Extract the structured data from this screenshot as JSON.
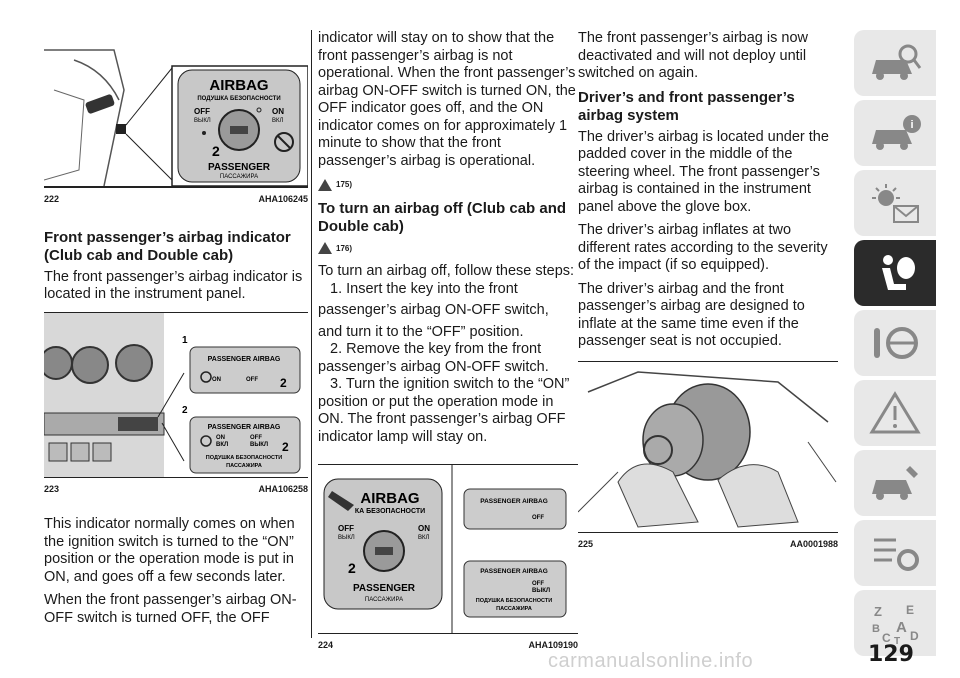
{
  "figures": {
    "f222": {
      "num": "222",
      "code": "AHA106245",
      "title": "AIRBAG",
      "subtitle": "ПОДУШКА БЕЗОПАСНОСТИ",
      "off": "OFF",
      "off_ru": "ВЫКЛ",
      "on": "ON",
      "on_ru": "ВКЛ",
      "passenger": "PASSENGER",
      "passenger_ru": "ПАССАЖИРА"
    },
    "f223": {
      "num": "223",
      "code": "AHA106258",
      "label1": "1",
      "label2": "2",
      "panel1_title": "PASSENGER AIRBAG",
      "panel1_on": "ON",
      "panel1_off": "OFF",
      "panel2_title": "PASSENGER AIRBAG",
      "panel2_on": "ON",
      "panel2_on_ru": "ВКЛ",
      "panel2_off": "OFF",
      "panel2_off_ru": "ВЫКЛ",
      "panel2_sub1": "ПОДУШКА БЕЗОПАСНОСТИ",
      "panel2_sub2": "ПАССАЖИРА"
    },
    "f224": {
      "num": "224",
      "code": "AHA109190",
      "title": "AIRBAG",
      "subtitle": "КА БЕЗОПАСНОСТИ",
      "off": "OFF",
      "off_ru": "ВЫКЛ",
      "on": "ON",
      "on_ru": "ВКЛ",
      "passenger": "PASSENGER",
      "passenger_ru": "ПАССАЖИРА",
      "panel1_title": "PASSENGER AIRBAG",
      "panel1_off": "OFF",
      "panel2_title": "PASSENGER AIRBAG",
      "panel2_off": "OFF",
      "panel2_off_ru": "ВЫКЛ",
      "panel2_sub1": "ПОДУШКА БЕЗОПАСНОСТИ",
      "panel2_sub2": "ПАССАЖИРА"
    },
    "f225": {
      "num": "225",
      "code": "AA0001988"
    },
    "airbag_icon_number": "2"
  },
  "col1": {
    "heading": "Front passenger’s airbag indicator (Club cab and Double cab)",
    "p1": "The front passenger’s airbag indicator is located in the instrument panel.",
    "p2": "This indicator normally comes on when the ignition switch is turned to the “ON” position or the operation mode is put in ON, and goes off a few seconds later.",
    "p3": "When the front passenger’s airbag ON-OFF switch is turned OFF, the OFF"
  },
  "col2": {
    "p1": "indicator will stay on to show that the front passenger’s airbag is not operational. When the front passenger’s airbag ON-OFF switch is turned ON, the OFF indicator goes off, and the ON indicator comes on for approximately 1 minute to show that the front passenger’s airbag is operational.",
    "warn1": "175)",
    "heading": "To turn an airbag off (Club cab and Double cab)",
    "warn2": "176)",
    "p2": "To turn an airbag off, follow these steps:",
    "s1a": "1. Insert the key into the front",
    "s1b": "passenger’s airbag ON-OFF switch,",
    "s1c": "and turn it to the “OFF” position.",
    "s2a": "2. Remove the key from the front",
    "s2b": "passenger’s airbag ON-OFF switch.",
    "s3a": "3. Turn the ignition switch to the “ON”",
    "s3b": "position or put the operation mode in ON. The front passenger’s airbag OFF indicator lamp will stay on."
  },
  "col3": {
    "p1": "The front passenger’s airbag is now deactivated and will not deploy until switched on again.",
    "heading": "Driver’s and front passenger’s airbag system",
    "p2": "The driver’s airbag is located under the padded cover in the middle of the steering wheel. The front passenger’s airbag is contained in the instrument panel above the glove box.",
    "p3": "The driver’s airbag inflates at two different rates according to the severity of the impact (if so equipped).",
    "p4": "The driver’s airbag and the front passenger’s airbag are designed to inflate at the same time even if the passenger seat is not occupied."
  },
  "sidebar": {
    "icons": [
      "car-search-icon",
      "car-info-icon",
      "dashboard-lights-icon",
      "airbag-seat-icon",
      "key-steering-icon",
      "warning-road-icon",
      "car-service-icon",
      "settings-list-icon",
      "index-letters-icon"
    ],
    "active_index": 3,
    "letters": [
      "Z",
      "E",
      "B",
      "A",
      "C",
      "T",
      "D"
    ]
  },
  "page_number": "129",
  "watermark": "carmanualsonline.info"
}
